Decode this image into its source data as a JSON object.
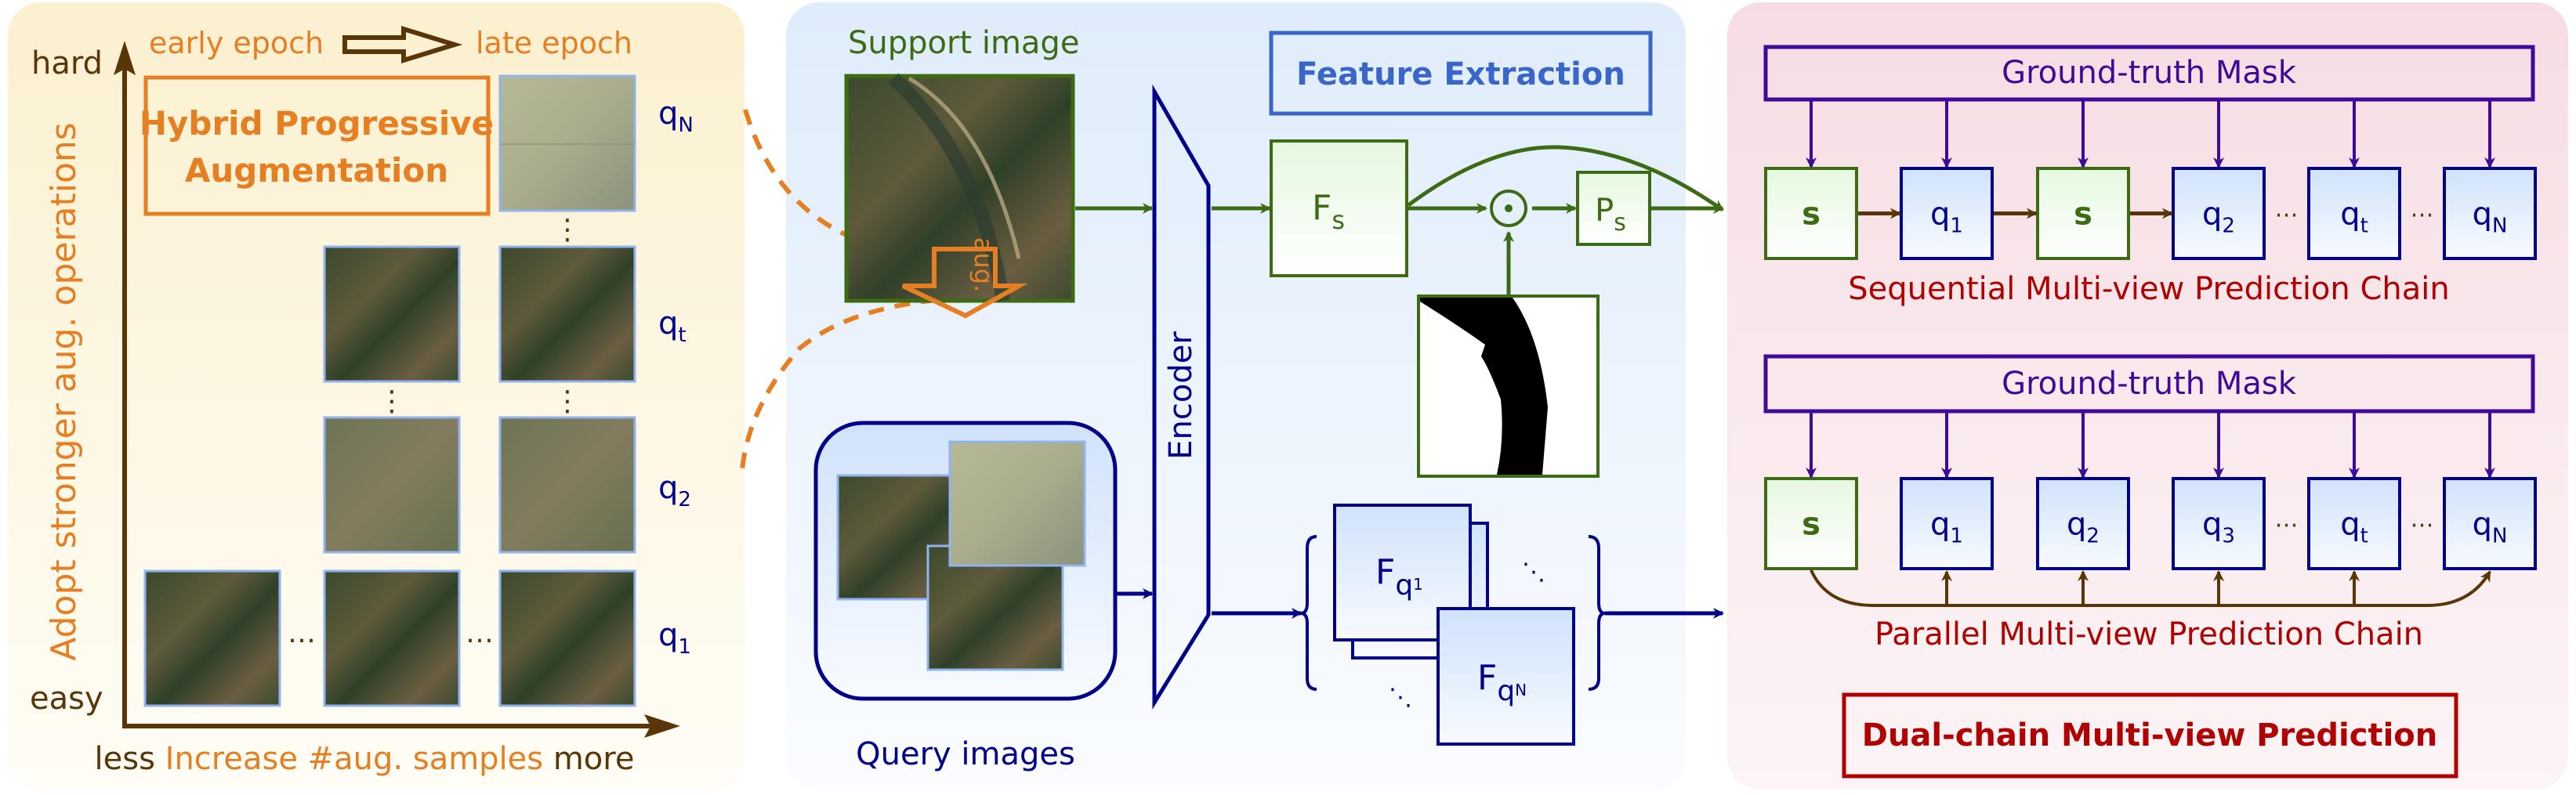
{
  "colors": {
    "left_panel_bg": "#fbf2d5",
    "middle_panel_bg": "#e2eefb",
    "right_panel_bg": "#f8e1e6",
    "orange": "#e67e22",
    "brown": "#5a3508",
    "navy": "#00008b",
    "green": "#3d6b14",
    "blue": "#3b66c9",
    "purple": "#3f0a9a",
    "red": "#b00000"
  },
  "augmentation_panel": {
    "title_line1": "Hybrid Progressive",
    "title_line2": "Augmentation",
    "epoch_start": "early epoch",
    "epoch_end": "late epoch",
    "y_axis_top": "hard",
    "y_axis_bottom": "easy",
    "y_axis_label": "Adopt stronger aug. operations",
    "x_axis_left": "less",
    "x_axis_label": "Increase #aug. samples",
    "x_axis_right": "more",
    "row_labels": [
      {
        "base": "q",
        "sub": "N"
      },
      {
        "base": "q",
        "sub": "t"
      },
      {
        "base": "q",
        "sub": "2"
      },
      {
        "base": "q",
        "sub": "1"
      }
    ],
    "ellipsis": "…",
    "vdots": "⋮"
  },
  "feature_panel": {
    "support_label": "Support image",
    "query_label": "Query images",
    "aug_label": "aug.",
    "encoder_label": "Encoder",
    "section_title": "Feature Extraction",
    "fs": {
      "base": "F",
      "sub": "s"
    },
    "ps": {
      "base": "P",
      "sub": "s"
    },
    "odot": "⊙",
    "fq1": {
      "base": "F",
      "sub": "q",
      "subsub": "1"
    },
    "fqn": {
      "base": "F",
      "sub": "q",
      "subsub": "N"
    },
    "ddots": "⋱"
  },
  "prediction_panel": {
    "gt_mask_label": "Ground-truth Mask",
    "sequential_chain": {
      "label": "Sequential Multi-view Prediction Chain",
      "nodes": [
        {
          "base": "s",
          "sub": "",
          "kind": "support"
        },
        {
          "base": "q",
          "sub": "1",
          "kind": "query"
        },
        {
          "base": "s",
          "sub": "",
          "kind": "support"
        },
        {
          "base": "q",
          "sub": "2",
          "kind": "query"
        },
        {
          "base": "q",
          "sub": "t",
          "kind": "query"
        },
        {
          "base": "q",
          "sub": "N",
          "kind": "query"
        }
      ]
    },
    "parallel_chain": {
      "label": "Parallel Multi-view Prediction Chain",
      "nodes": [
        {
          "base": "s",
          "sub": "",
          "kind": "support"
        },
        {
          "base": "q",
          "sub": "1",
          "kind": "query"
        },
        {
          "base": "q",
          "sub": "2",
          "kind": "query"
        },
        {
          "base": "q",
          "sub": "3",
          "kind": "query"
        },
        {
          "base": "q",
          "sub": "t",
          "kind": "query"
        },
        {
          "base": "q",
          "sub": "N",
          "kind": "query"
        }
      ]
    },
    "ellipsis": "…",
    "section_title": "Dual-chain Multi-view Prediction"
  }
}
